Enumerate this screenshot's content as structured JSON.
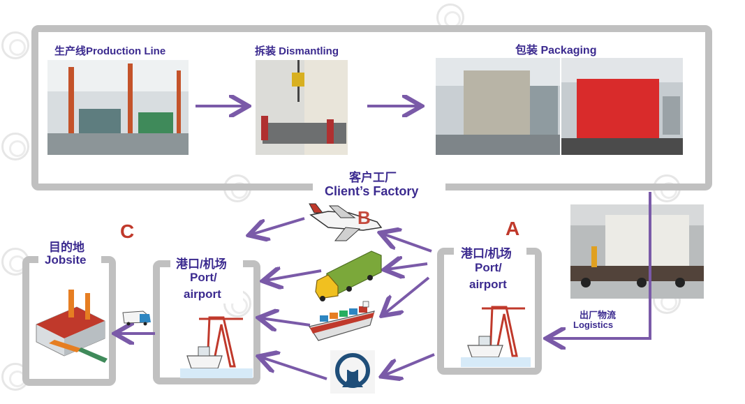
{
  "factory": {
    "caption_cn": "客户工厂",
    "caption_en": "Client’s Factory",
    "production_line": "生产线Production Line",
    "dismantling": "拆装 Dismantling",
    "packaging": "包装 Packaging"
  },
  "logistics": {
    "label_cn": "出厂物流",
    "label_en": "Logistics"
  },
  "port_a": {
    "letter": "A",
    "title_cn": "港口/机场",
    "title_en1": "Port/",
    "title_en2": "airport"
  },
  "port_b": {
    "letter": "B",
    "title_cn": "港口/机场",
    "title_en1": "Port/",
    "title_en2": "airport"
  },
  "jobsite": {
    "letter": "C",
    "title_cn": "目的地",
    "title_en": "Jobsite"
  },
  "transport_modes": [
    "plane-icon",
    "truck-icon",
    "ship-icon",
    "railway-icon"
  ],
  "colors": {
    "arrow": "#7a5aa8",
    "frame": "#c0c0c0",
    "text": "#3b2a8f",
    "letter": "#c0392b"
  }
}
